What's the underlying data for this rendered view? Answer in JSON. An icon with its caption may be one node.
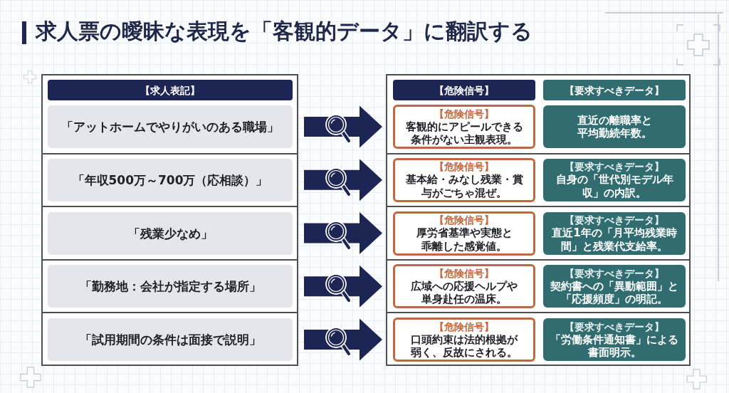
{
  "diagram": {
    "title": "求人票の曖昧な表現を「客観的データ」に翻訳する",
    "nodes": [
      {
        "text": [],
        "shape": "box"
      },
      {
        "text": [
          "【求人表記】"
        ],
        "in": 0
      },
      {
        "text": [
          "「アットホームでやりがいのある職場」"
        ],
        "in": 0
      },
      {
        "text": [
          "「年収500万～700万（応相談）」"
        ],
        "in": 0
      },
      {
        "text": [
          "「残業少なめ」"
        ],
        "in": 0
      },
      {
        "text": [
          "「勤務地：会社が指定する場所」"
        ],
        "in": 0
      },
      {
        "text": [
          "「試用期間の条件は面接で説明」"
        ],
        "in": 0
      },
      {
        "text": [],
        "shape": "box"
      },
      {
        "text": [
          "【危険信号】"
        ],
        "in": 7
      },
      {
        "text": [
          "【要求すべきデータ】"
        ],
        "in": 7
      },
      {
        "text": [
          "【危険信号】",
          "客観的にアピールできる条件がない主観表現。"
        ],
        "in": 7
      },
      {
        "text": [
          "直近の離職率と平均勤続年数。"
        ],
        "in": 7
      },
      {
        "text": [
          "【危険信号】",
          "基本給・みなし残業・賞与がごちゃ混ぜ。"
        ],
        "in": 7
      },
      {
        "text": [
          "【要求すべきデータ】",
          "自身の「世代別モデル年収」の内訳。"
        ],
        "in": 7
      },
      {
        "text": [
          "【危険信号】",
          "厚労省基準や実態と乖離した感覚値。"
        ],
        "in": 7
      },
      {
        "text": [
          "【要求すべきデータ】",
          "直近1年の「月平均残業時間」と残業代支給率。"
        ],
        "in": 7
      },
      {
        "text": [
          "【危険信号】",
          "広域への応援ヘルプや単身赴任の温床。"
        ],
        "in": 7
      },
      {
        "text": [
          "【要求すべきデータ】",
          "契約書への「異動範囲」と「応援頻度」の明記。"
        ],
        "in": 7
      },
      {
        "text": [
          "【危険信号】",
          "口頭約束は法的根拠が弱く、反故にされる。"
        ],
        "in": 7
      },
      {
        "text": [
          "【要求すべきデータ】",
          "「労働条件通知書」による書面明示。"
        ],
        "in": 7
      }
    ],
    "edges": [
      {
        "from": 2,
        "to": 10,
        "arrow": "to"
      },
      {
        "from": 3,
        "to": 12,
        "arrow": "to"
      },
      {
        "from": 4,
        "to": 14,
        "arrow": "to"
      },
      {
        "from": 5,
        "to": 16,
        "arrow": "to"
      },
      {
        "from": 6,
        "to": 18,
        "arrow": "to"
      }
    ]
  }
}
